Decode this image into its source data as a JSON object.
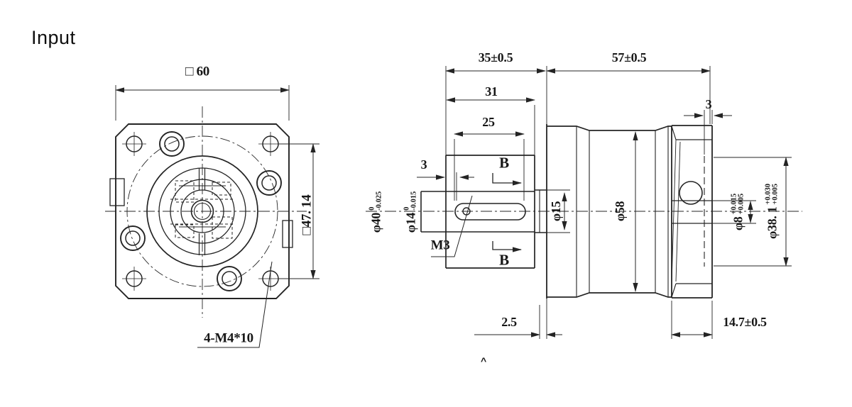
{
  "title": "Input",
  "front_view": {
    "square_size": "□ 60",
    "bolt_spacing": "□47. 14",
    "corner_holes_note": "4-M4*10"
  },
  "side_view": {
    "dims": {
      "input_length": "35±0.5",
      "body_length": "57±0.5",
      "pilot_length": "31",
      "keyway_length": "25",
      "keyway_offset": "3",
      "spigot_depth": "3",
      "flange_lip": "2.5",
      "rear_length": "14.7±0.5"
    },
    "diameters": {
      "pilot": {
        "main": "φ40",
        "upper": "0",
        "lower": "-0.025"
      },
      "input_bore": {
        "main": "φ14",
        "upper": "0",
        "lower": "-0.015"
      },
      "neck": "φ15",
      "body": "φ58",
      "center_bore": {
        "main": "φ8",
        "upper": "+0.015",
        "lower": "+0.005"
      },
      "spigot": {
        "main": "φ38. 1",
        "upper": "+0.030",
        "lower": "+0.005"
      }
    },
    "labels": {
      "section": "B",
      "thread": "M3",
      "caret": "^"
    }
  },
  "colors": {
    "line": "#242424",
    "text": "#171717",
    "background": "#ffffff"
  }
}
